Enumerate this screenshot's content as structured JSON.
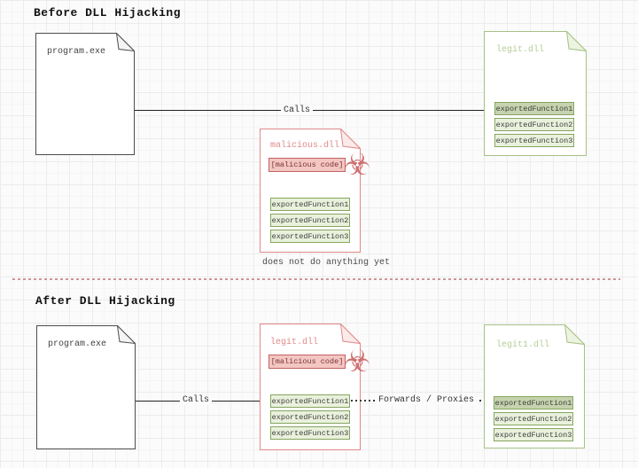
{
  "icons": {
    "biohazard_glyph": "☣"
  },
  "colors": {
    "green_border": "#a6c183",
    "green_label": "#b5cd96",
    "red_border": "#e18888",
    "red_label": "#e18a8a",
    "row_fill": "#e9f1dc",
    "row_fill_highlight": "#c6d3ae",
    "payload_fill": "#f3c6c2",
    "arrow": "#1c1c1c",
    "separator": "#cf9494"
  },
  "diagram": {
    "before": {
      "title": "Before DLL Hijacking",
      "program": {
        "name": "program.exe"
      },
      "call_arrow": {
        "label": "Calls"
      },
      "legit_dll": {
        "name": "legit.dll",
        "exports": [
          "exportedFunction1",
          "exportedFunction2",
          "exportedFunction3"
        ]
      },
      "malicious_dll": {
        "name": "malicious.dll",
        "payload": "[malicious code]",
        "exports": [
          "exportedFunction1",
          "exportedFunction2",
          "exportedFunction3"
        ]
      },
      "note": "does not do anything yet"
    },
    "after": {
      "title": "After DLL Hijacking",
      "program": {
        "name": "program.exe"
      },
      "call_arrow": {
        "label": "Calls"
      },
      "hijacked_dll": {
        "name": "legit.dll",
        "payload": "[malicious code]",
        "exports": [
          "exportedFunction1",
          "exportedFunction2",
          "exportedFunction3"
        ]
      },
      "forward_arrow": {
        "label": "Forwards / Proxies"
      },
      "legit1_dll": {
        "name": "legit1.dll",
        "exports": [
          "exportedFunction1",
          "exportedFunction2",
          "exportedFunction3"
        ]
      }
    }
  }
}
